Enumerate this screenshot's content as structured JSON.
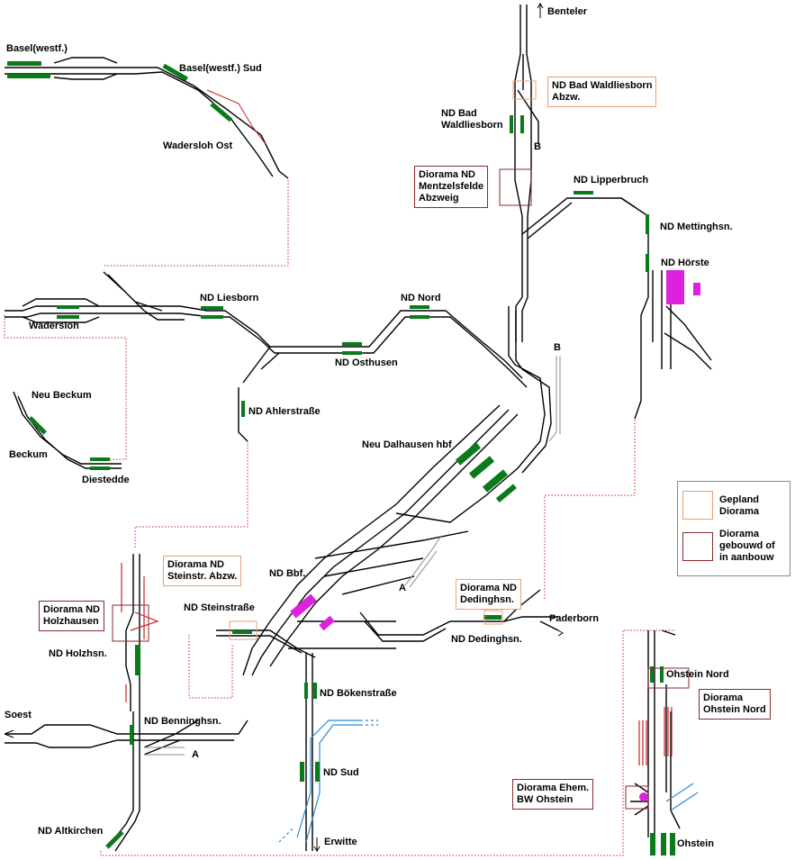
{
  "colors": {
    "track": "#000000",
    "platform": "#0a7a1a",
    "diorama_planned": "#e8a070",
    "diorama_built": "#8a2a2a",
    "connection_dotted": "#cc2222",
    "blue_line": "#2a8ad4",
    "magenta": "#dd22dd",
    "crossing_pink": "#cc3377"
  },
  "stations": {
    "basel": "Basel(westf.)",
    "basel_sud": "Basel(westf.) Sud",
    "wadersloh_ost": "Wadersloh Ost",
    "wadersloh": "Wadersloh",
    "liesborn": "ND Liesborn",
    "nord": "ND Nord",
    "osthusen": "ND Osthusen",
    "neu_beckum": "Neu Beckum",
    "beckum": "Beckum",
    "diestedde": "Diestedde",
    "ahlerstrasse": "ND Ahlerstraße",
    "neu_dalhausen": "Neu Dalhausen hbf",
    "benteler": "Benteler",
    "bad_waldliesborn": "ND Bad\nWaldliesborn",
    "lipperbruch": "ND Lipperbruch",
    "mettinghsn": "ND Mettinghsn.",
    "horste": "ND Hörste",
    "bbf": "ND Bbf.",
    "steinstrasse": "ND Steinstraße",
    "holzhsn": "ND Holzhsn.",
    "benninghsn": "ND Benninghsn.",
    "soest": "Soest",
    "altkirchen": "ND Altkirchen",
    "bokenstrasse": "ND Bökenstraße",
    "sud": "ND Sud",
    "erwitte": "Erwitte",
    "dedinghsn": "ND Dedinghsn.",
    "paderborn": "Paderborn",
    "ohstein_nord": "Ohstein Nord",
    "ohstein": "Ohstein"
  },
  "markers": {
    "b_top": "B",
    "b_right": "B",
    "a_mid": "A",
    "a_left": "A"
  },
  "dioramas": {
    "bad_waldliesborn": "ND Bad Waldliesborn\nAbzw.",
    "mentzelsfelde": "Diorama ND\nMentzelsfelde\nAbzweig",
    "steinstr": "Diorama ND\nSteinstr. Abzw.",
    "holzhausen": "Diorama ND\nHolzhausen",
    "dedinghsn": "Diorama ND\nDedinghsn.",
    "ohstein_nord": "Diorama\nOhstein Nord",
    "bw_ohstein": "Diorama Ehem.\nBW Ohstein"
  },
  "legend": {
    "planned": "Gepland\nDiorama",
    "built": "Diorama\ngebouwd of\nin aanbouw"
  }
}
